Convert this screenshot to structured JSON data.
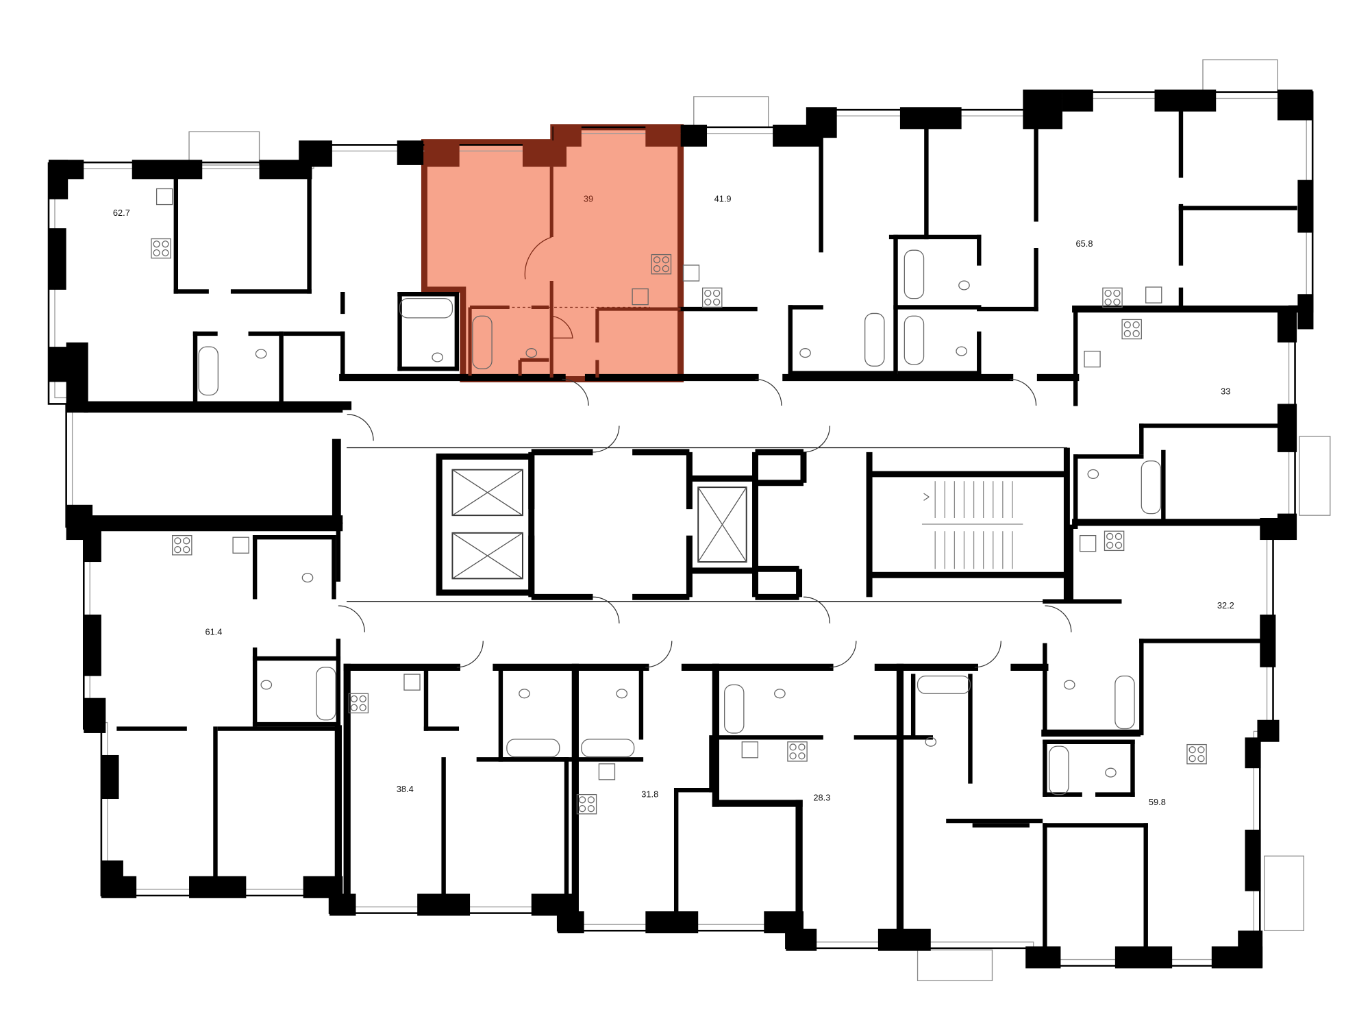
{
  "plan": {
    "selected_unit_fill": "#f7a48c",
    "selected_unit_wall": "#7f2a17",
    "wall_color": "#000000"
  },
  "units": [
    {
      "id": "u1",
      "area": "62.7",
      "selected": false
    },
    {
      "id": "u2",
      "area": "39",
      "selected": true
    },
    {
      "id": "u3",
      "area": "41.9",
      "selected": false
    },
    {
      "id": "u4",
      "area": "65.8",
      "selected": false
    },
    {
      "id": "u5",
      "area": "33",
      "selected": false
    },
    {
      "id": "u6",
      "area": "32.2",
      "selected": false
    },
    {
      "id": "u7",
      "area": "61.4",
      "selected": false
    },
    {
      "id": "u8",
      "area": "38.4",
      "selected": false
    },
    {
      "id": "u9",
      "area": "31.8",
      "selected": false
    },
    {
      "id": "u10",
      "area": "28.3",
      "selected": false
    },
    {
      "id": "u11",
      "area": "59.8",
      "selected": false
    }
  ]
}
